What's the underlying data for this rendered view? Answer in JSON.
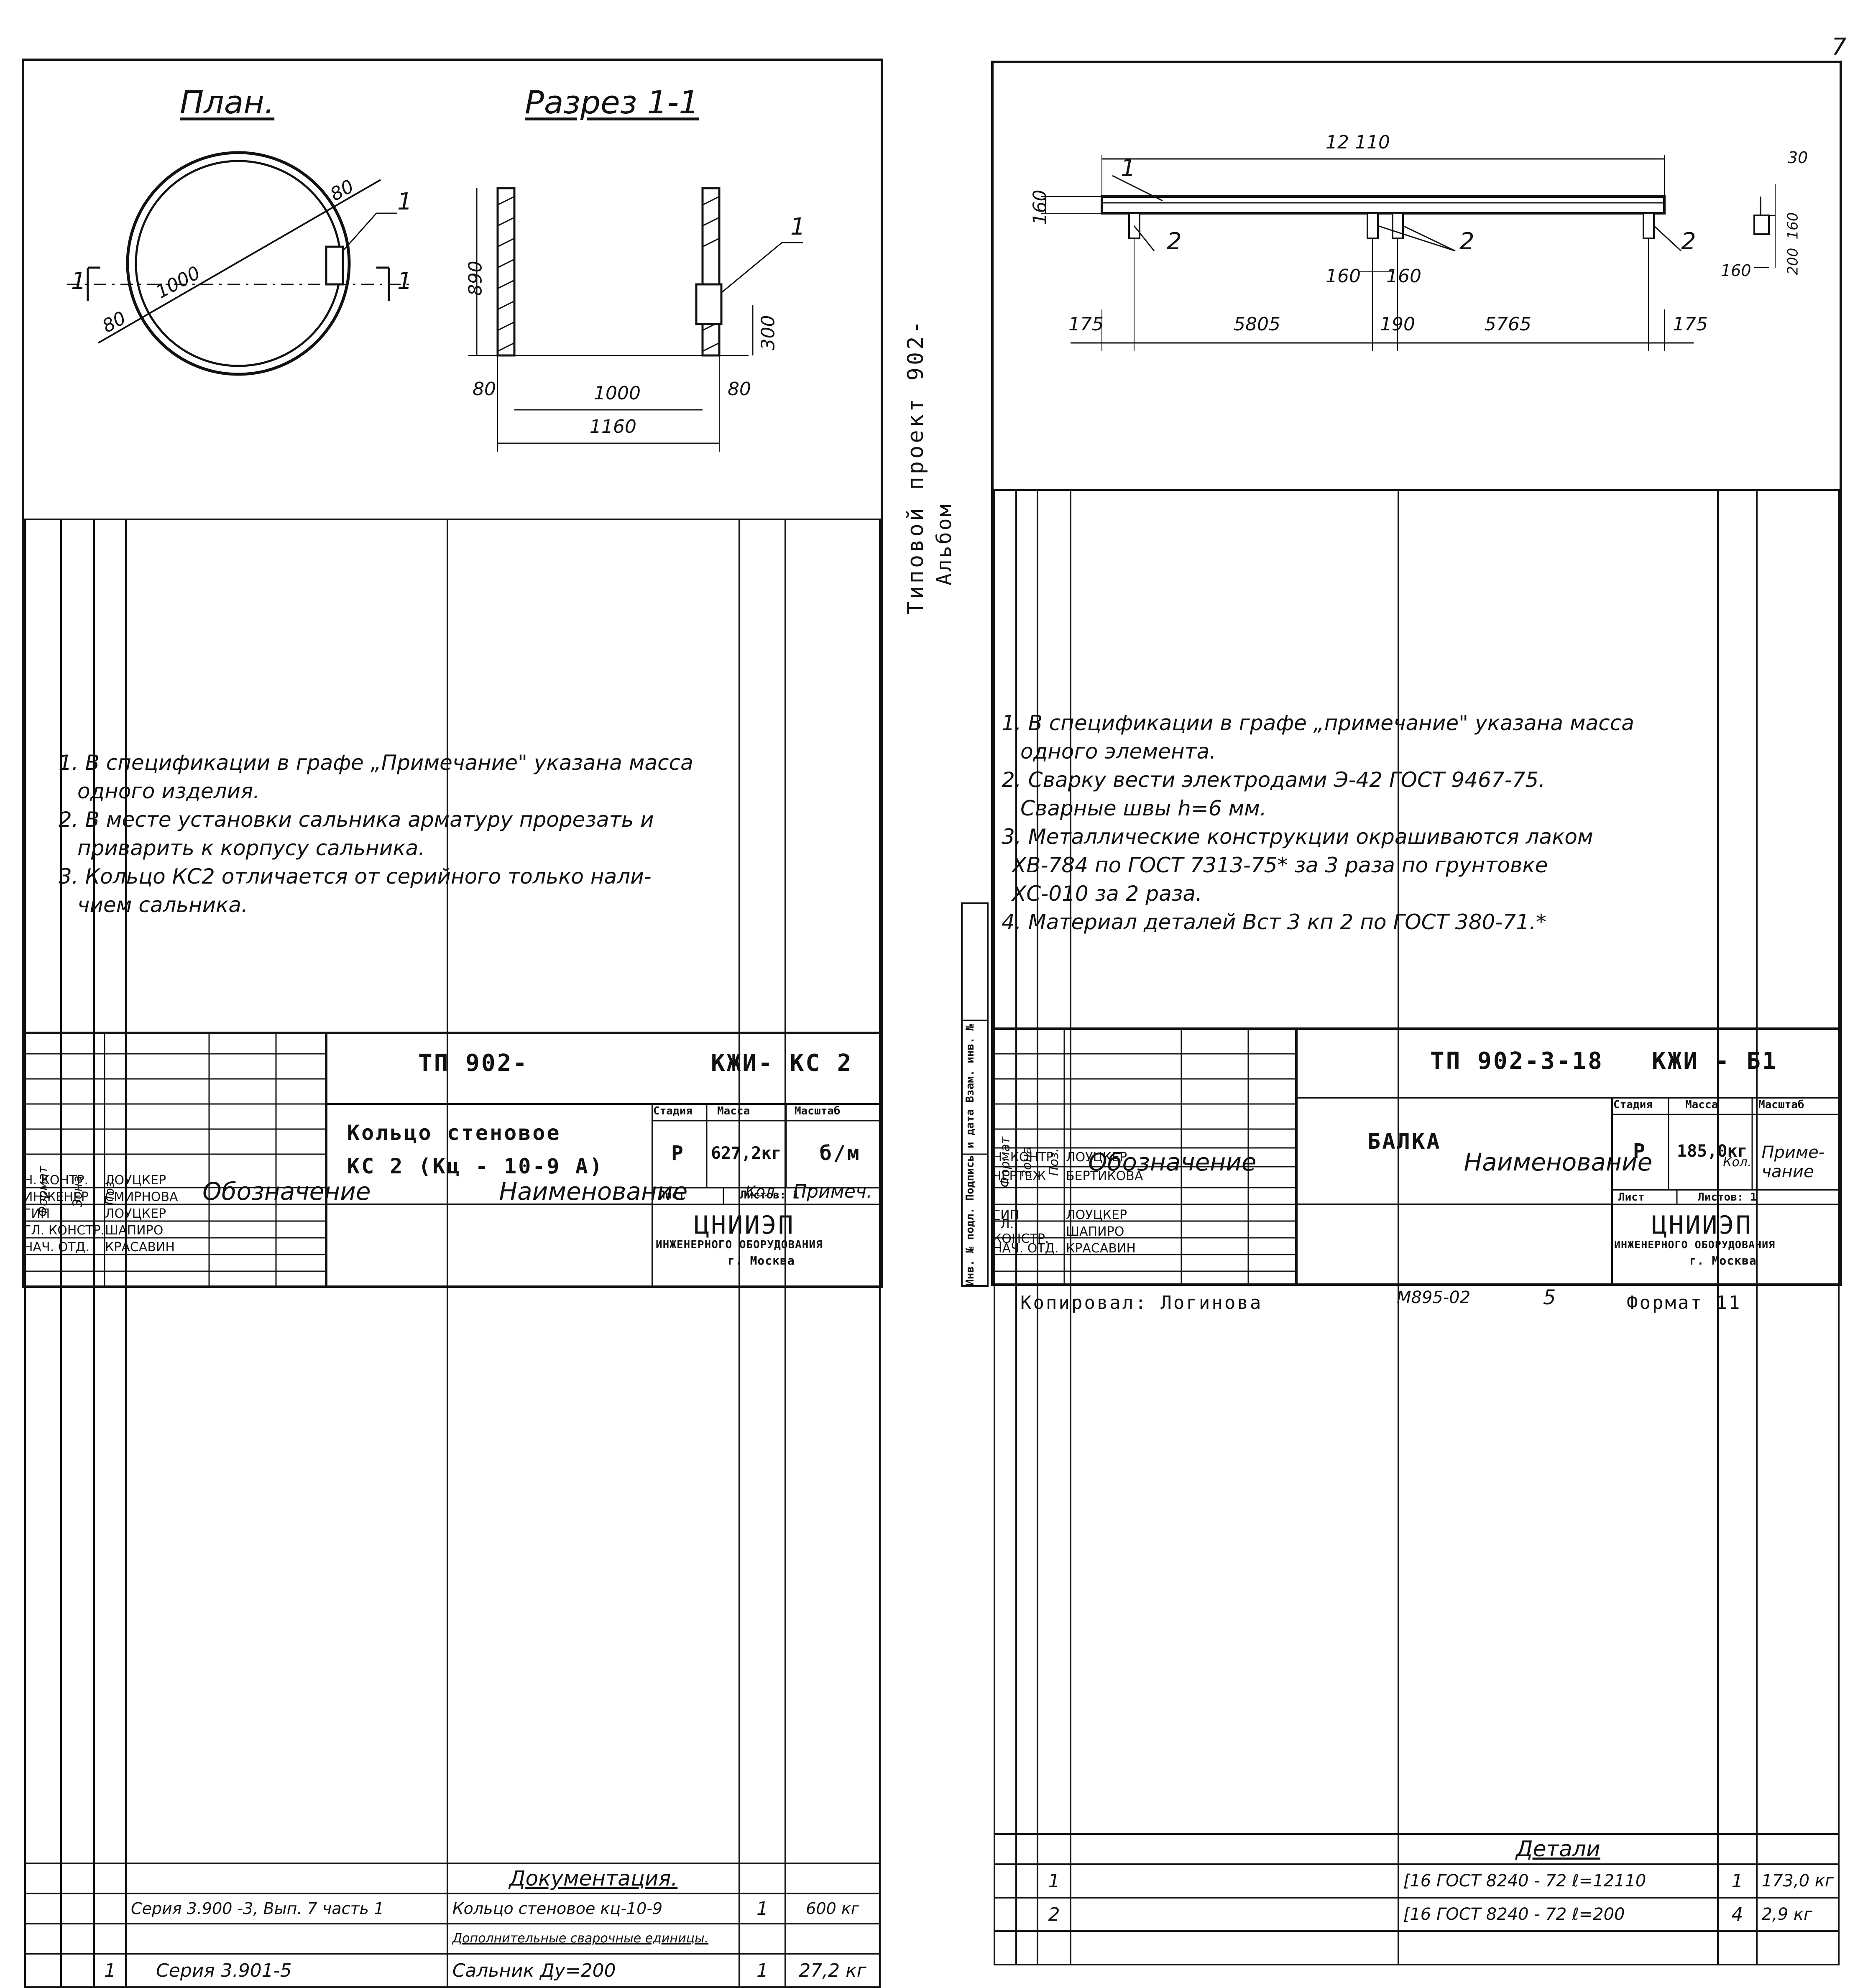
{
  "page_number": "7",
  "left": {
    "plan_title": "План.",
    "section_title": "Разрез 1-1",
    "plan_dims": {
      "d_inner": "1000",
      "wall1": "80",
      "wall2": "80",
      "callout": "1",
      "cut_left": "1",
      "cut_right": "1"
    },
    "section_dims": {
      "height": "890",
      "bottom_left": "80",
      "inner": "1000",
      "bottom_right": "80",
      "overall": "1160",
      "gland_h": "300",
      "callout": "1"
    },
    "spec_header": {
      "format": "Формат",
      "zone": "Зона",
      "pos": "Поз.",
      "designation": "Обозначение",
      "name": "Наименование",
      "qty": "Кол.",
      "note": "Примеч."
    },
    "spec_rows": [
      {
        "pos": "",
        "designation": "",
        "name": "Документация.",
        "qty": "",
        "note": ""
      },
      {
        "pos": "",
        "designation": "Серия 3.900 -3, Вып. 7 часть 1",
        "name": "Кольцо стеновое кц-10-9",
        "qty": "1",
        "note": "600 кг"
      },
      {
        "pos": "",
        "designation": "",
        "name": "Дополнительные сварочные единицы.",
        "qty": "",
        "note": ""
      },
      {
        "pos": "1",
        "designation": "Серия 3.901-5",
        "name": "Сальник Ду=200",
        "qty": "1",
        "note": "27,2 кг"
      }
    ],
    "notes": [
      "1. В спецификации в графе „Примечание\" указана масса",
      "одного изделия.",
      "2. В месте установки сальника арматуру прорезать и",
      "приварить к корпусу сальника.",
      "3. Кольцо КС2 отличается от серийного только нали-",
      "чием сальника."
    ],
    "title_block": {
      "code": "ТП 902-",
      "sheet_code": "КЖИ- КС 2",
      "name_line1": "Кольцо стеновое",
      "name_line2": "КС 2 (Кц - 10-9 А)",
      "stage_h": "Стадия",
      "mass_h": "Масса",
      "scale_h": "Масштаб",
      "stage": "Р",
      "mass": "627,2кг",
      "scale": "б/м",
      "sheet_h": "Лист",
      "sheets_h": "Листов: 1",
      "org": "ЦНИИЭП",
      "org2": "инженерного оборудования",
      "city": "г. Москва",
      "roles": [
        {
          "role": "Н. Контр.",
          "name": "Лоуцкер"
        },
        {
          "role": "Инженер",
          "name": "Смирнова"
        },
        {
          "role": "ГИП",
          "name": "Лоуцкер"
        },
        {
          "role": "Гл. Констр.",
          "name": "Шапиро"
        },
        {
          "role": "Нач. отд.",
          "name": "Красавин"
        }
      ]
    }
  },
  "right": {
    "side_label1": "Типовой проект 902-",
    "side_label2": "Альбом",
    "side_stamp": "Инв. № подл.  Подпись и дата  Взам. инв. №",
    "beam_dims": {
      "length": "12 110",
      "h": "160",
      "callout1": "1",
      "callout2a": "2",
      "callout2b": "2",
      "callout2c": "2",
      "mid1": "160",
      "mid2": "160",
      "a": "175",
      "b": "5805",
      "c": "190",
      "d": "5765",
      "e": "175",
      "det_top": "30",
      "det_mid": "160",
      "det_side": "160",
      "det_bot": "200"
    },
    "spec_header": {
      "format": "Формат",
      "zone": "Зона",
      "pos": "Поз.",
      "designation": "Обозначение",
      "name": "Наименование",
      "qty": "Кол.",
      "note": "Приме-чание"
    },
    "spec_rows": [
      {
        "pos": "",
        "name": "Детали",
        "qty": "",
        "note": ""
      },
      {
        "pos": "1",
        "name": "[16 ГОСТ 8240 - 72 ℓ=12110",
        "qty": "1",
        "note": "173,0 кг"
      },
      {
        "pos": "2",
        "name": "[16 ГОСТ 8240 - 72   ℓ=200",
        "qty": "4",
        "note": "2,9 кг"
      }
    ],
    "notes": [
      "1. В спецификации в графе „примечание\" указана масса",
      "одного элемента.",
      "2. Сварку вести электродами Э-42 ГОСТ 9467-75.",
      "Сварные швы h=6 мм.",
      "3. Металлические конструкции окрашиваются лаком",
      "ХВ-784 по ГОСТ 7313-75* за 3 раза по грунтовке",
      "ХС-010 за 2 раза.",
      "4. Материал деталей Вст 3 кп 2 по ГОСТ 380-71.*"
    ],
    "title_block": {
      "code": "ТП 902-3-18",
      "sheet_code": "КЖИ - Б1",
      "name": "Балка",
      "stage_h": "Стадия",
      "mass_h": "Масса",
      "scale_h": "Масштаб",
      "stage": "Р",
      "mass": "185,0кг",
      "scale": "",
      "sheet_h": "Лист",
      "sheets_h": "Листов: 1",
      "org": "ЦНИИЭП",
      "org2": "инженерного оборудования",
      "city": "г. Москва",
      "roles": [
        {
          "role": "Н. Контр.",
          "name": "Лоуцкер"
        },
        {
          "role": "Чертеж",
          "name": "Бертикова"
        },
        {
          "role": "ГИП",
          "name": "Лоуцкер"
        },
        {
          "role": "Гл. Констр.",
          "name": "Шапиро"
        },
        {
          "role": "Нач. отд.",
          "name": "Красавин"
        }
      ]
    }
  },
  "footer": {
    "copied": "Копировал: Логинова",
    "order": "M895-02",
    "num": "5",
    "format": "Формат 11"
  }
}
